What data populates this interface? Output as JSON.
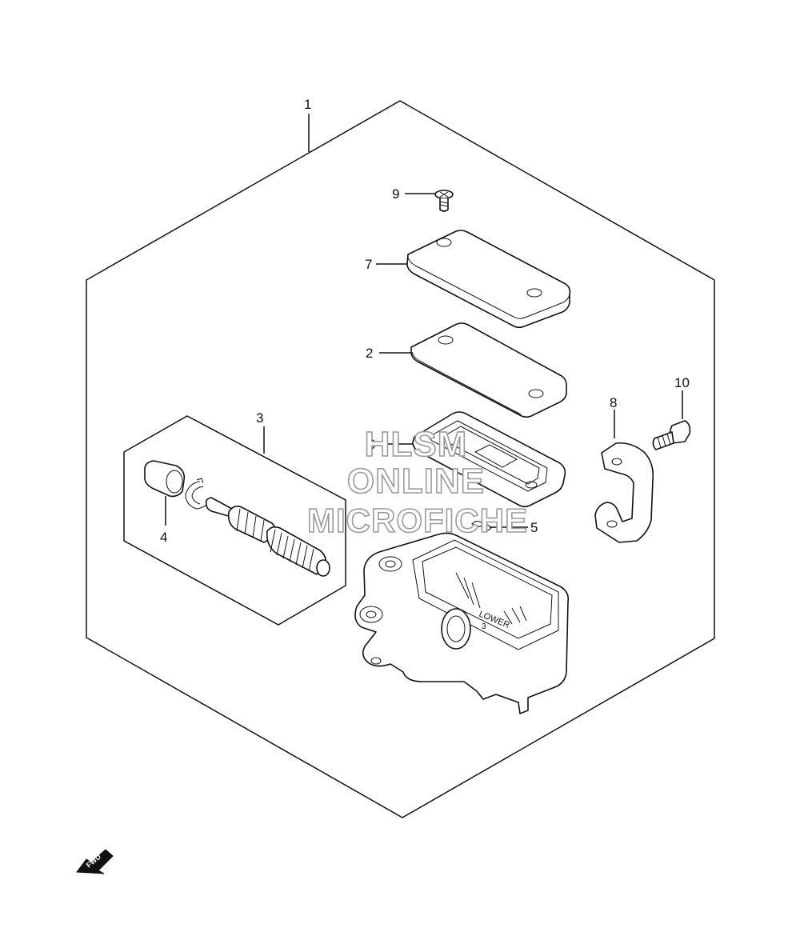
{
  "callouts": [
    {
      "id": "1",
      "label": "1"
    },
    {
      "id": "2",
      "label": "2"
    },
    {
      "id": "3",
      "label": "3"
    },
    {
      "id": "4",
      "label": "4"
    },
    {
      "id": "5",
      "label": "5"
    },
    {
      "id": "6",
      "label": "6"
    },
    {
      "id": "7",
      "label": "7"
    },
    {
      "id": "8",
      "label": "8"
    },
    {
      "id": "9",
      "label": "9"
    },
    {
      "id": "10",
      "label": "10"
    }
  ],
  "watermark": {
    "line1": "HLSM",
    "line2": "ONLINE",
    "line3": "MICROFICHE"
  },
  "housing_mark": {
    "line1": "LOWER",
    "line2": "3"
  },
  "fwd_arrow": {
    "label": "FWD",
    "icon": "fwd-arrow-icon"
  },
  "colors": {
    "line": "#111111",
    "watermark_stroke": "#9a9a9a",
    "background": "#ffffff"
  }
}
